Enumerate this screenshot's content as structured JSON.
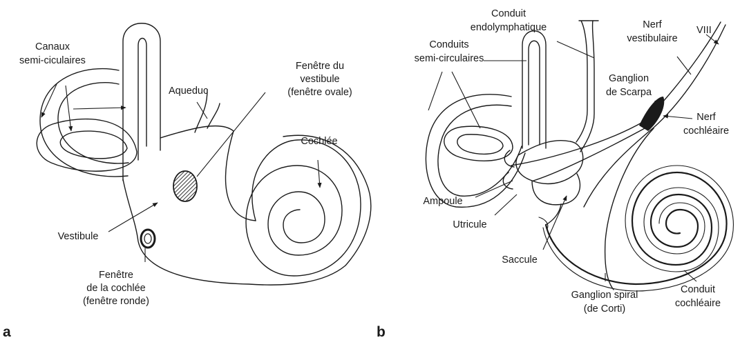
{
  "panel_a": {
    "letter": "a",
    "labels": {
      "canaux_1": "Canaux",
      "canaux_2": "semi-ciculaires",
      "aqueduc": "Aqueduc",
      "fenetre_vest_1": "Fenêtre du",
      "fenetre_vest_2": "vestibule",
      "fenetre_vest_3": "(fenêtre ovale)",
      "cochlee": "Cochlée",
      "vestibule": "Vestibule",
      "fenetre_coch_1": "Fenêtre",
      "fenetre_coch_2": "de la cochlée",
      "fenetre_coch_3": "(fenêtre ronde)"
    }
  },
  "panel_b": {
    "letter": "b",
    "labels": {
      "conduit_endo_1": "Conduit",
      "conduit_endo_2": "endolymphatique",
      "conduits_semi_1": "Conduits",
      "conduits_semi_2": "semi-circulaires",
      "nerf_vest_1": "Nerf",
      "nerf_vest_2": "vestibulaire",
      "viii": "VIII",
      "ganglion_scarpa_1": "Ganglion",
      "ganglion_scarpa_2": "de Scarpa",
      "nerf_coch_1": "Nerf",
      "nerf_coch_2": "cochléaire",
      "ampoule": "Ampoule",
      "utricule": "Utricule",
      "saccule": "Saccule",
      "ganglion_spiral_1": "Ganglion spiral",
      "ganglion_spiral_2": "(de Corti)",
      "conduit_coch_1": "Conduit",
      "conduit_coch_2": "cochléaire"
    }
  }
}
